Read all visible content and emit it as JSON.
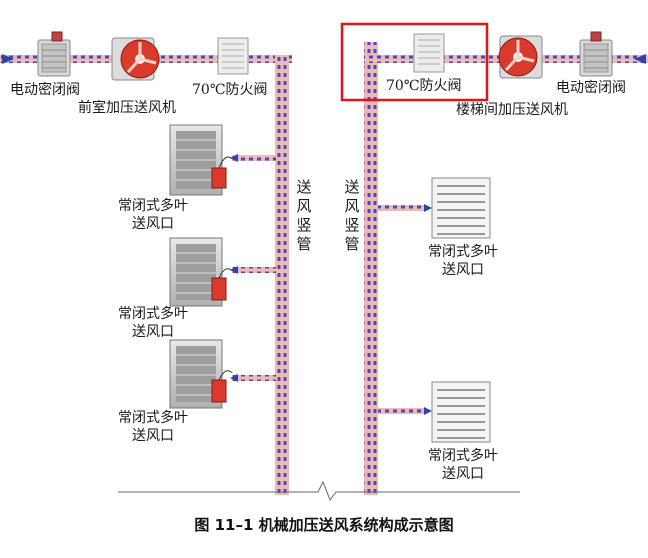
{
  "left_system": {
    "damper_label": "电动密闭阀",
    "fan_label": "前室加压送风机",
    "fire_damper_label": "70℃防火阀",
    "riser_label": "送风竖管",
    "outlets": [
      {
        "line1": "常闭式多叶",
        "line2": "送风口"
      },
      {
        "line1": "常闭式多叶",
        "line2": "送风口"
      },
      {
        "line1": "常闭式多叶",
        "line2": "送风口"
      }
    ]
  },
  "right_system": {
    "fire_damper_label": "70℃防火阀",
    "fan_label": "楼梯间加压送风机",
    "damper_label": "电动密闭阀",
    "riser_label": "送风竖管",
    "outlets": [
      {
        "line1": "常闭式多叶",
        "line2": "送风口"
      },
      {
        "line1": "常闭式多叶",
        "line2": "送风口"
      }
    ]
  },
  "highlight_color": "#e0141e",
  "duct_color": "#f2b8b6",
  "duct_dot_color": "#3d4fb8",
  "figure_caption": "图 11–1   机械加压送风系统构成示意图"
}
